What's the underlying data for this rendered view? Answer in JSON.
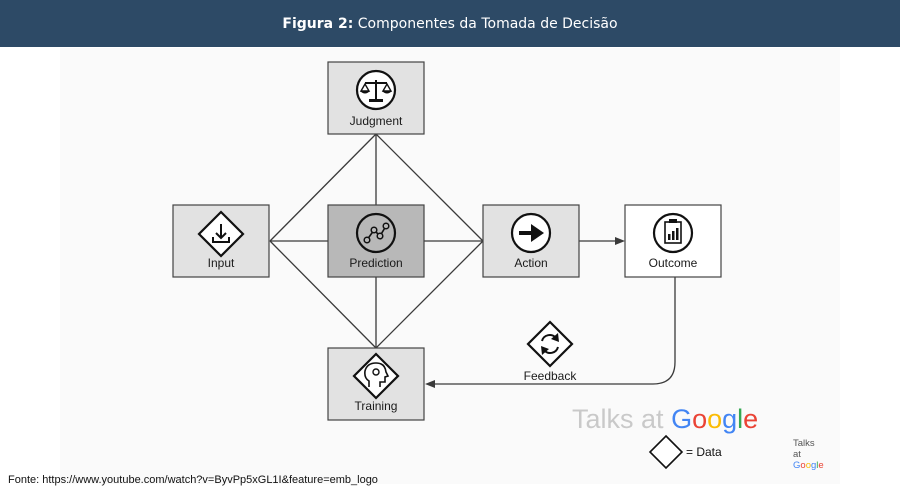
{
  "header": {
    "title_prefix": "Figura 2:",
    "title_text": "Componentes da Tomada de Decisão"
  },
  "nodes": {
    "judgment": "Judgment",
    "input": "Input",
    "prediction": "Prediction",
    "action": "Action",
    "outcome": "Outcome",
    "training": "Training",
    "feedback": "Feedback"
  },
  "legend": {
    "data_label": "= Data"
  },
  "watermark": {
    "talks_at": "Talks at",
    "google": [
      "G",
      "o",
      "o",
      "g",
      "l",
      "e"
    ],
    "small_talks": "Talks",
    "small_at": "at",
    "google_colors": [
      "#4285F4",
      "#EA4335",
      "#FBBC05",
      "#4285F4",
      "#34A853",
      "#EA4335"
    ]
  },
  "icons": {
    "judgment": "scale-icon",
    "input": "download-icon",
    "prediction": "network-icon",
    "action": "arrow-right-icon",
    "outcome": "clipboard-chart-icon",
    "training": "head-gear-icon",
    "feedback": "refresh-icon"
  },
  "footer": {
    "source": "Fonte: https://www.youtube.com/watch?v=ByvPp5xGL1I&feature=emb_logo"
  }
}
